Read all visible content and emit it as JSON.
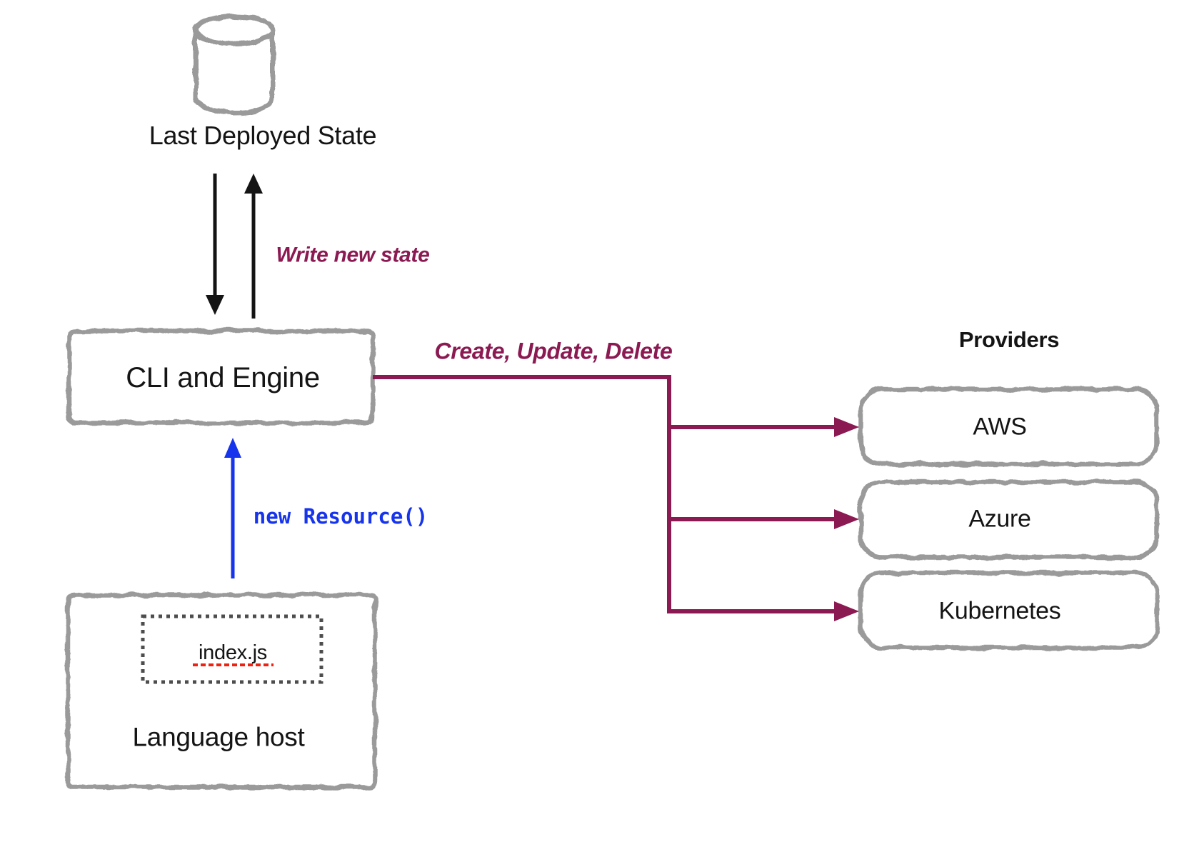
{
  "colors": {
    "bg": "#FFFFFF",
    "ink": "#141414",
    "sketch_gray": "#9A9A9A",
    "dot_gray": "#4D4D4D",
    "maroon": "#8B1A52",
    "blue": "#1634EC",
    "red": "#EE2211"
  },
  "diagram": {
    "state_store": {
      "label": "Last Deployed State"
    },
    "cli_engine": {
      "label": "CLI and Engine"
    },
    "language_host": {
      "label": "Language host",
      "file_label": "index.js"
    },
    "providers": {
      "title": "Providers",
      "items": [
        {
          "label": "AWS"
        },
        {
          "label": "Azure"
        },
        {
          "label": "Kubernetes"
        }
      ]
    },
    "edges": {
      "write_new_state": {
        "label": "Write new state"
      },
      "create_update_delete": {
        "label": "Create, Update, Delete"
      },
      "new_resource": {
        "label": "new Resource()"
      }
    }
  }
}
